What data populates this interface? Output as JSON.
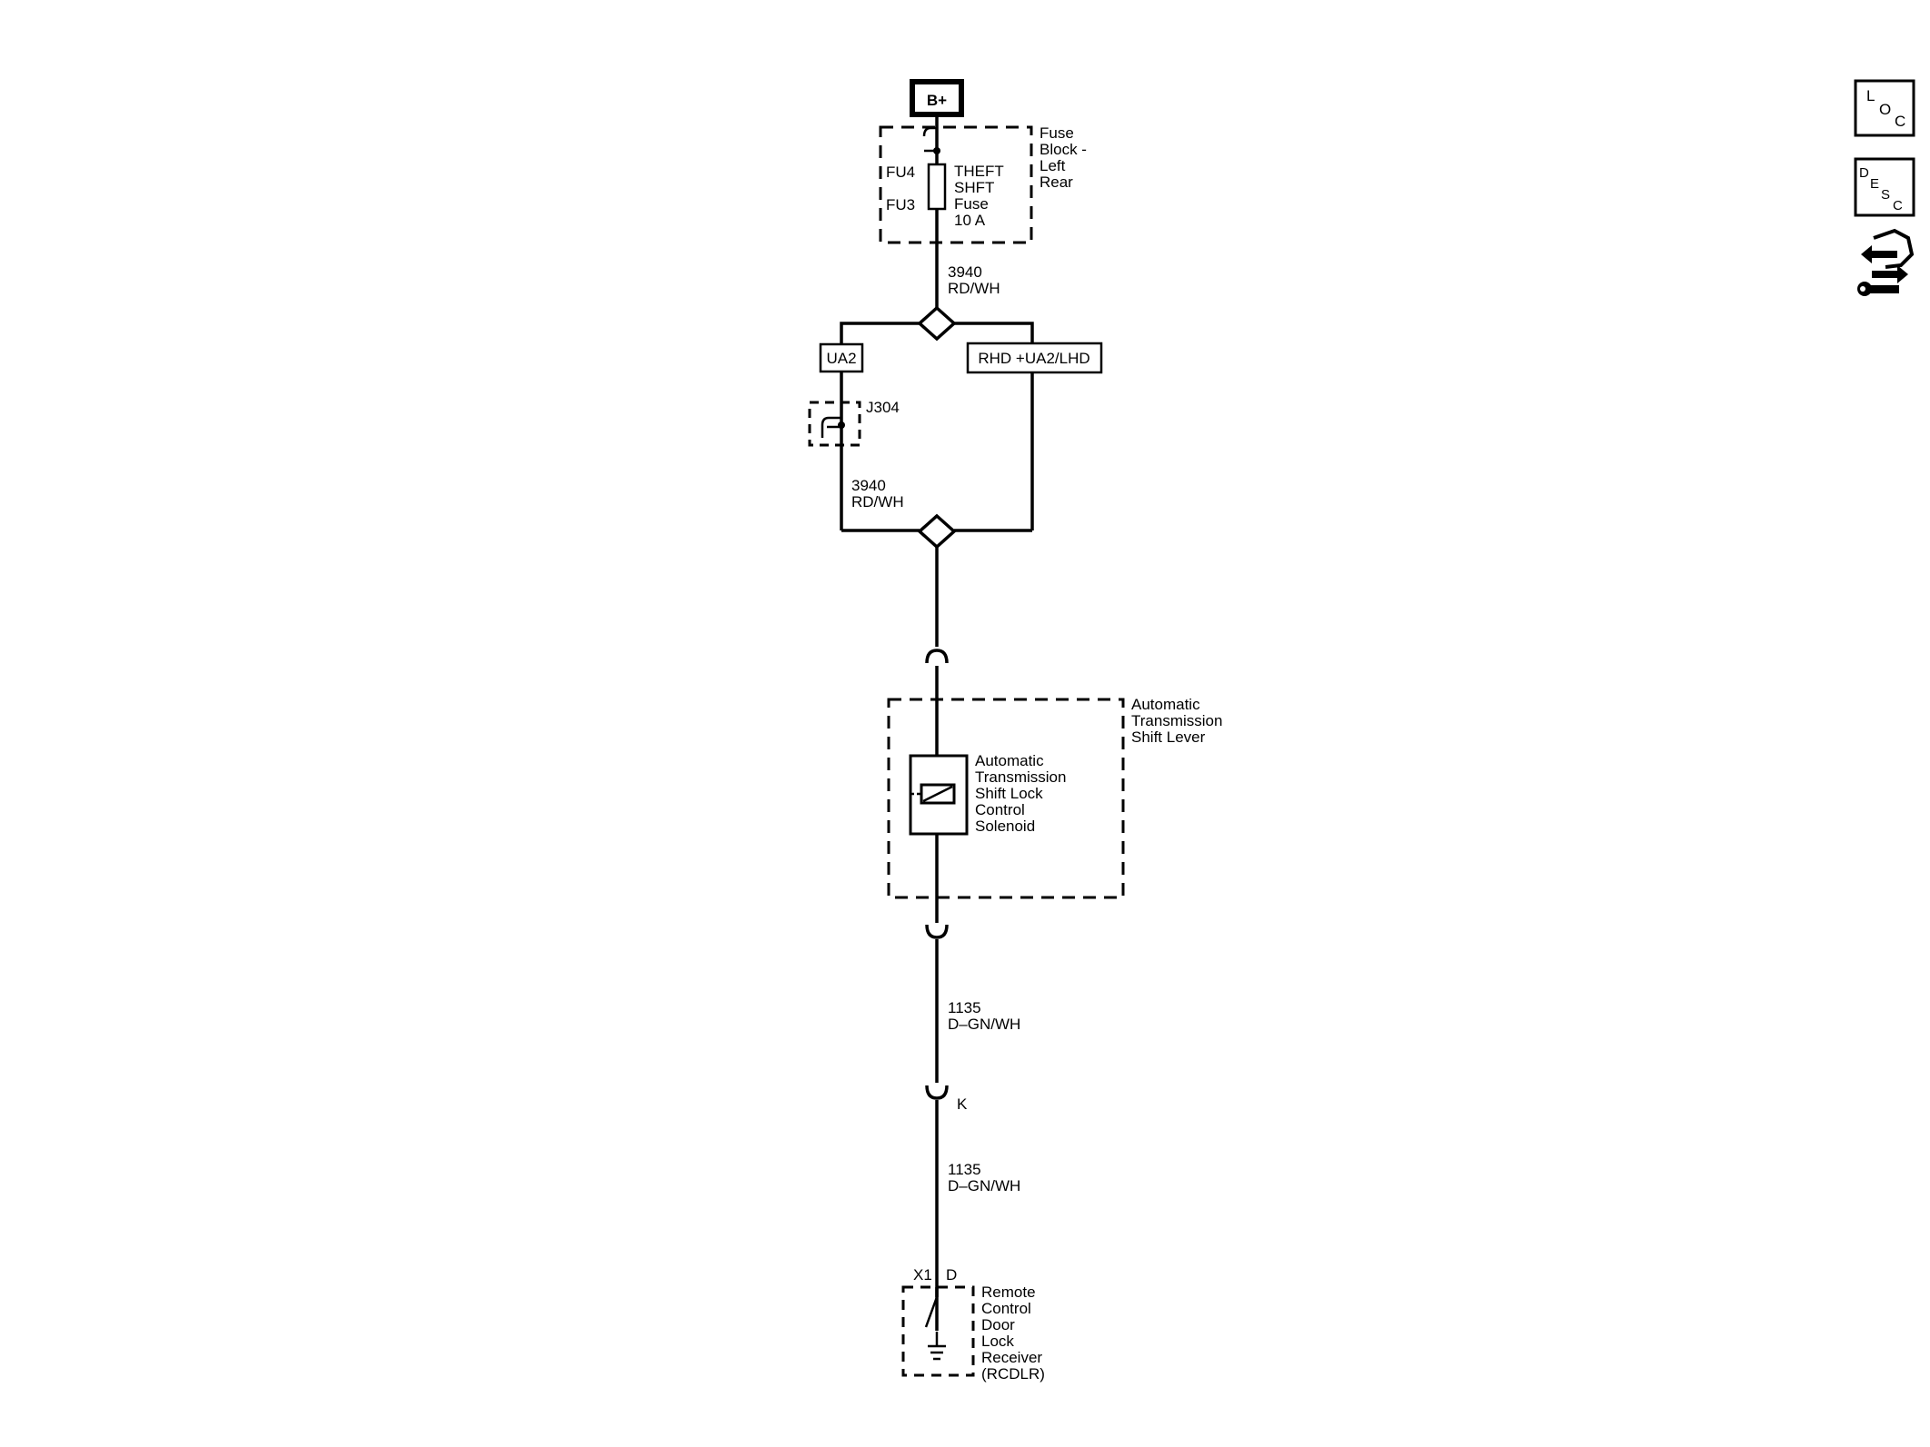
{
  "power_source": {
    "label": "B+"
  },
  "fuse_block": {
    "name_lines": [
      "Fuse",
      "Block -",
      "Left",
      "Rear"
    ],
    "pin_top": "FU4",
    "pin_bottom": "FU3",
    "fuse_lines": [
      "THEFT",
      "SHFT",
      "Fuse",
      "10 A"
    ]
  },
  "circuits": {
    "c1": {
      "number": "3940",
      "color": "RD/WH"
    },
    "c2": {
      "number": "3940",
      "color": "RD/WH"
    },
    "c3": {
      "number": "1135",
      "color": "D–GN/WH"
    },
    "c4": {
      "number": "1135",
      "color": "D–GN/WH"
    }
  },
  "option_labels": {
    "left": "UA2",
    "right": "RHD +UA2/LHD"
  },
  "splice": {
    "label": "J304"
  },
  "shift_lever": {
    "name_lines": [
      "Automatic",
      "Transmission",
      "Shift Lever"
    ]
  },
  "solenoid": {
    "name_lines": [
      "Automatic",
      "Transmission",
      "Shift Lock",
      "Control",
      "Solenoid"
    ]
  },
  "connector_k": {
    "label": "K"
  },
  "receiver": {
    "connector": "X1",
    "pin": "D",
    "name_lines": [
      "Remote",
      "Control",
      "Door",
      "Lock",
      "Receiver",
      "(RCDLR)"
    ]
  },
  "side_icons": {
    "loc": {
      "letters": [
        "L",
        "O",
        "C"
      ]
    },
    "desc": {
      "letters": [
        "D",
        "E",
        "S",
        "C"
      ]
    },
    "tool": {
      "icon": "tool-arrows-icon"
    }
  }
}
